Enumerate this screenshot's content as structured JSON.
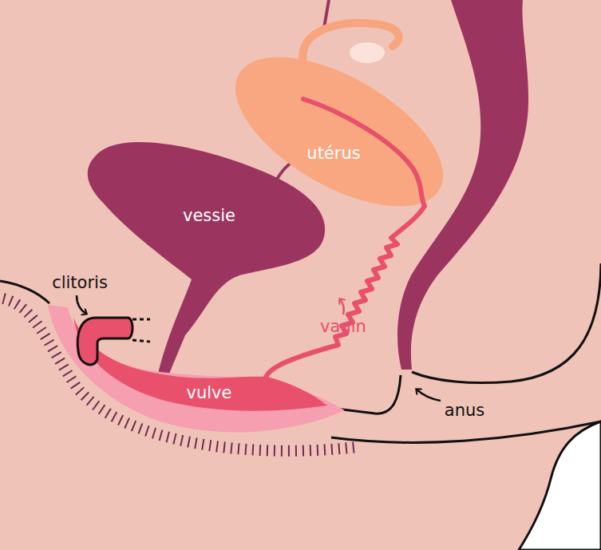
{
  "diagram": {
    "nodes": [
      {
        "text": [
          "utérus"
        ]
      },
      {
        "text": [
          "vessie"
        ]
      },
      {
        "text": [
          "vulve"
        ]
      }
    ],
    "labels": [
      "clitoris",
      "vagin",
      "anus"
    ]
  }
}
